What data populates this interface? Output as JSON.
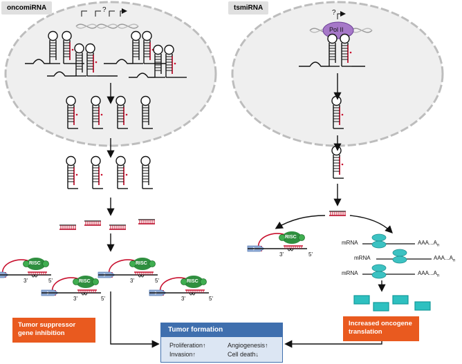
{
  "left_panel": {
    "label": "oncomiRNA",
    "question_mark": "?",
    "outcome": [
      "Tumor suppressor",
      "gene inhibition"
    ],
    "risc_label": "RISC",
    "three_prime": "3'",
    "five_prime": "5'"
  },
  "right_panel": {
    "label": "tsmiRNA",
    "question_mark": "?",
    "pol_label": "Pol II",
    "risc_label": "RISC",
    "three_prime": "3'",
    "five_prime": "5'",
    "mrna_label": "mRNA",
    "polya_label": "AAA...A",
    "polya_sub": "n",
    "outcome": [
      "Increased oncogene",
      "translation"
    ]
  },
  "tumor_formation": {
    "title": "Tumor formation",
    "items": [
      "Proliferation↑",
      "Angiogenesis↑",
      "Invasion↑",
      "Cell death↓"
    ]
  },
  "colors": {
    "cell_fill": "#efefef",
    "membrane": "#bdbdbd",
    "mirna_red": "#c8102e",
    "risc_green": "#2f8f3f",
    "ribosome": "#3cc2c2",
    "protein": "#2ec0c0",
    "orange": "#e95a1f",
    "blue_header": "#3f6fae"
  }
}
